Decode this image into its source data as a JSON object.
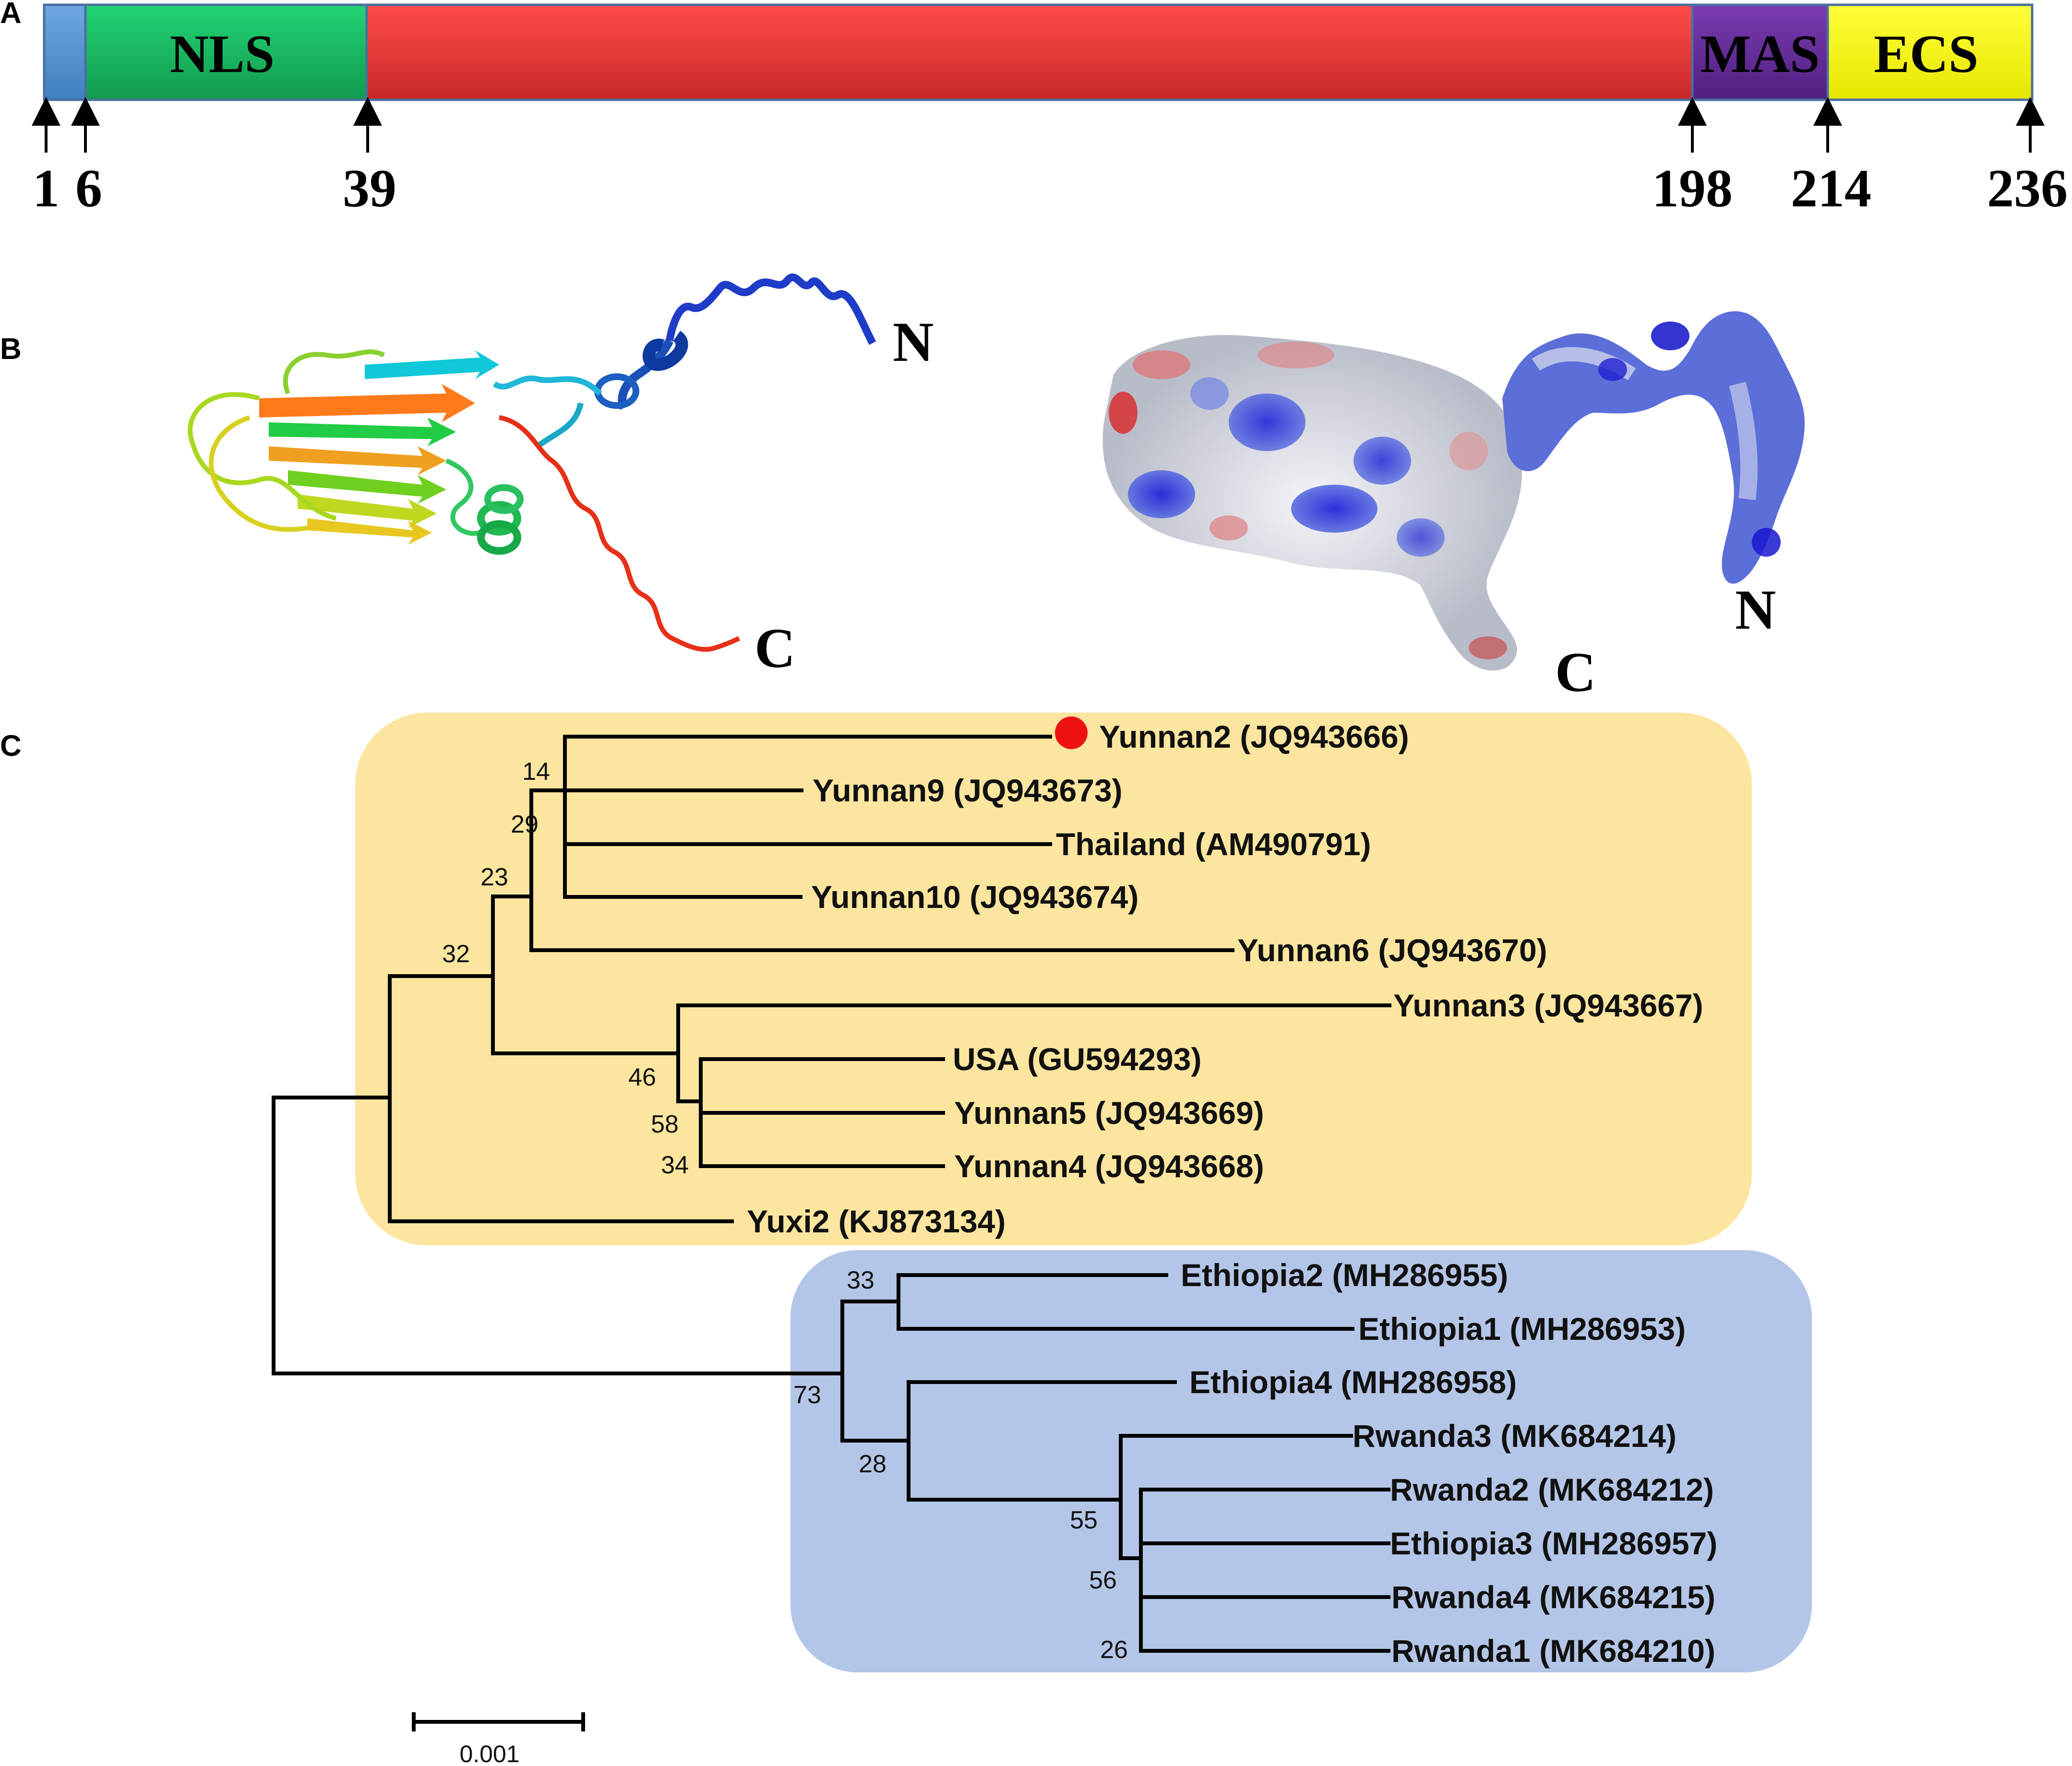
{
  "panels": {
    "a": "A",
    "b": "B",
    "c": "C"
  },
  "domain_bar": {
    "segments": [
      {
        "start": 1,
        "end": 6,
        "label": "",
        "color": "#5b9bd5"
      },
      {
        "start": 6,
        "end": 39,
        "label": "NLS",
        "color": "#1fc26b"
      },
      {
        "start": 39,
        "end": 198,
        "label": "",
        "color": "#ff3b3b"
      },
      {
        "start": 198,
        "end": 214,
        "label": "MAS",
        "color": "#6a2f9e"
      },
      {
        "start": 214,
        "end": 236,
        "label": "ECS",
        "color": "#ffff1a"
      }
    ],
    "positions": [
      "1",
      "6",
      "39",
      "198",
      "214",
      "236"
    ]
  },
  "structure": {
    "ribbon_n": "N",
    "ribbon_c": "C",
    "surface_n": "N",
    "surface_c": "C"
  },
  "tree": {
    "taxa": [
      "Yunnan2 (JQ943666)",
      "Yunnan9 (JQ943673)",
      "Thailand (AM490791)",
      "Yunnan10 (JQ943674)",
      "Yunnan6 (JQ943670)",
      "Yunnan3 (JQ943667)",
      "USA (GU594293)",
      "Yunnan5 (JQ943669)",
      "Yunnan4 (JQ943668)",
      "Yuxi2 (KJ873134)",
      "Ethiopia2 (MH286955)",
      "Ethiopia1 (MH286953)",
      "Ethiopia4 (MH286958)",
      "Rwanda3 (MK684214)",
      "Rwanda2 (MK684212)",
      "Ethiopia3 (MH286957)",
      "Rwanda4 (MK684215)",
      "Rwanda1 (MK684210)"
    ],
    "bootstrap": [
      "14",
      "29",
      "23",
      "32",
      "46",
      "58",
      "34",
      "33",
      "73",
      "28",
      "55",
      "56",
      "26"
    ],
    "highlighted_taxon": "Yunnan2 (JQ943666)",
    "clade_colors": {
      "asia_usa": "#fce59e",
      "africa": "#b4c6e7"
    },
    "scale_bar": "0.001"
  }
}
